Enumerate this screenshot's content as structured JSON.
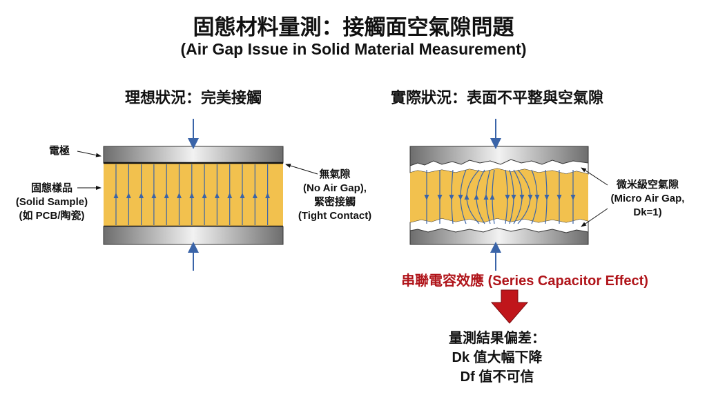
{
  "title": "固態材料量測：接觸面空氣隙問題",
  "subtitle": "(Air Gap Issue in Solid Material Measurement)",
  "ideal": {
    "heading": "理想狀況：完美接觸",
    "electrode_label": "電極",
    "sample_label": [
      "固態樣品",
      "(Solid Sample)",
      "(如 PCB/陶瓷)"
    ],
    "gap_label": [
      "無氣隙",
      "(No Air Gap),",
      "緊密接觸",
      "(Tight Contact)"
    ]
  },
  "real": {
    "heading": "實際狀況：表面不平整與空氣隙",
    "gap_label": [
      "微米級空氣隙",
      "(Micro Air Gap,",
      "Dk=1)"
    ]
  },
  "effect": "串聯電容效應 (Series Capacitor Effect)",
  "result": [
    "量測結果偏差：",
    "Dk 值大幅下降",
    "Df 值不可信"
  ],
  "colors": {
    "sample": "#f2c14e",
    "field": "#3a64a8",
    "effect": "#b0141a",
    "arrow": "#c0161b"
  }
}
